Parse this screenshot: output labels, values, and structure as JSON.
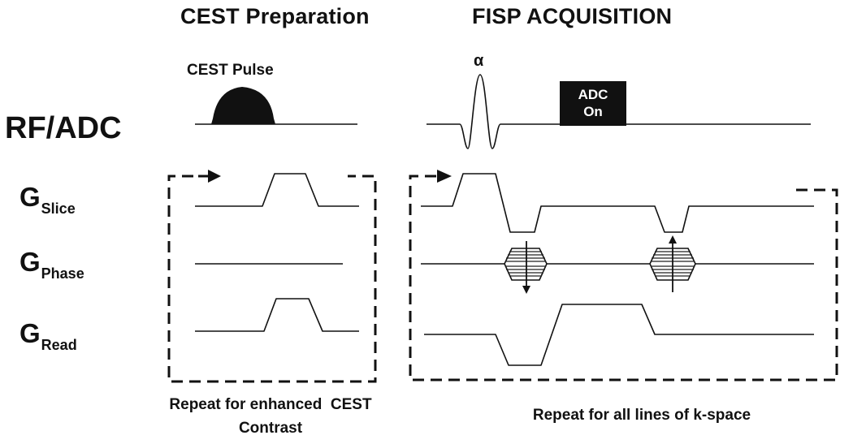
{
  "headers": {
    "cest": "CEST Preparation",
    "fisp": "FISP ACQUISITION"
  },
  "rows": {
    "rf_adc": "RF/ADC",
    "slice": {
      "main": "G",
      "sub": "Slice"
    },
    "phase": {
      "main": "G",
      "sub": "Phase"
    },
    "read": {
      "main": "G",
      "sub": "Read"
    }
  },
  "pulses": {
    "cest_pulse": "CEST Pulse",
    "alpha": "α",
    "adc_line1": "ADC",
    "adc_line2": "On"
  },
  "captions": {
    "cest_line1": "Repeat for enhanced  CEST",
    "cest_line2": "Contrast",
    "fisp": "Repeat for all lines of k-space"
  }
}
